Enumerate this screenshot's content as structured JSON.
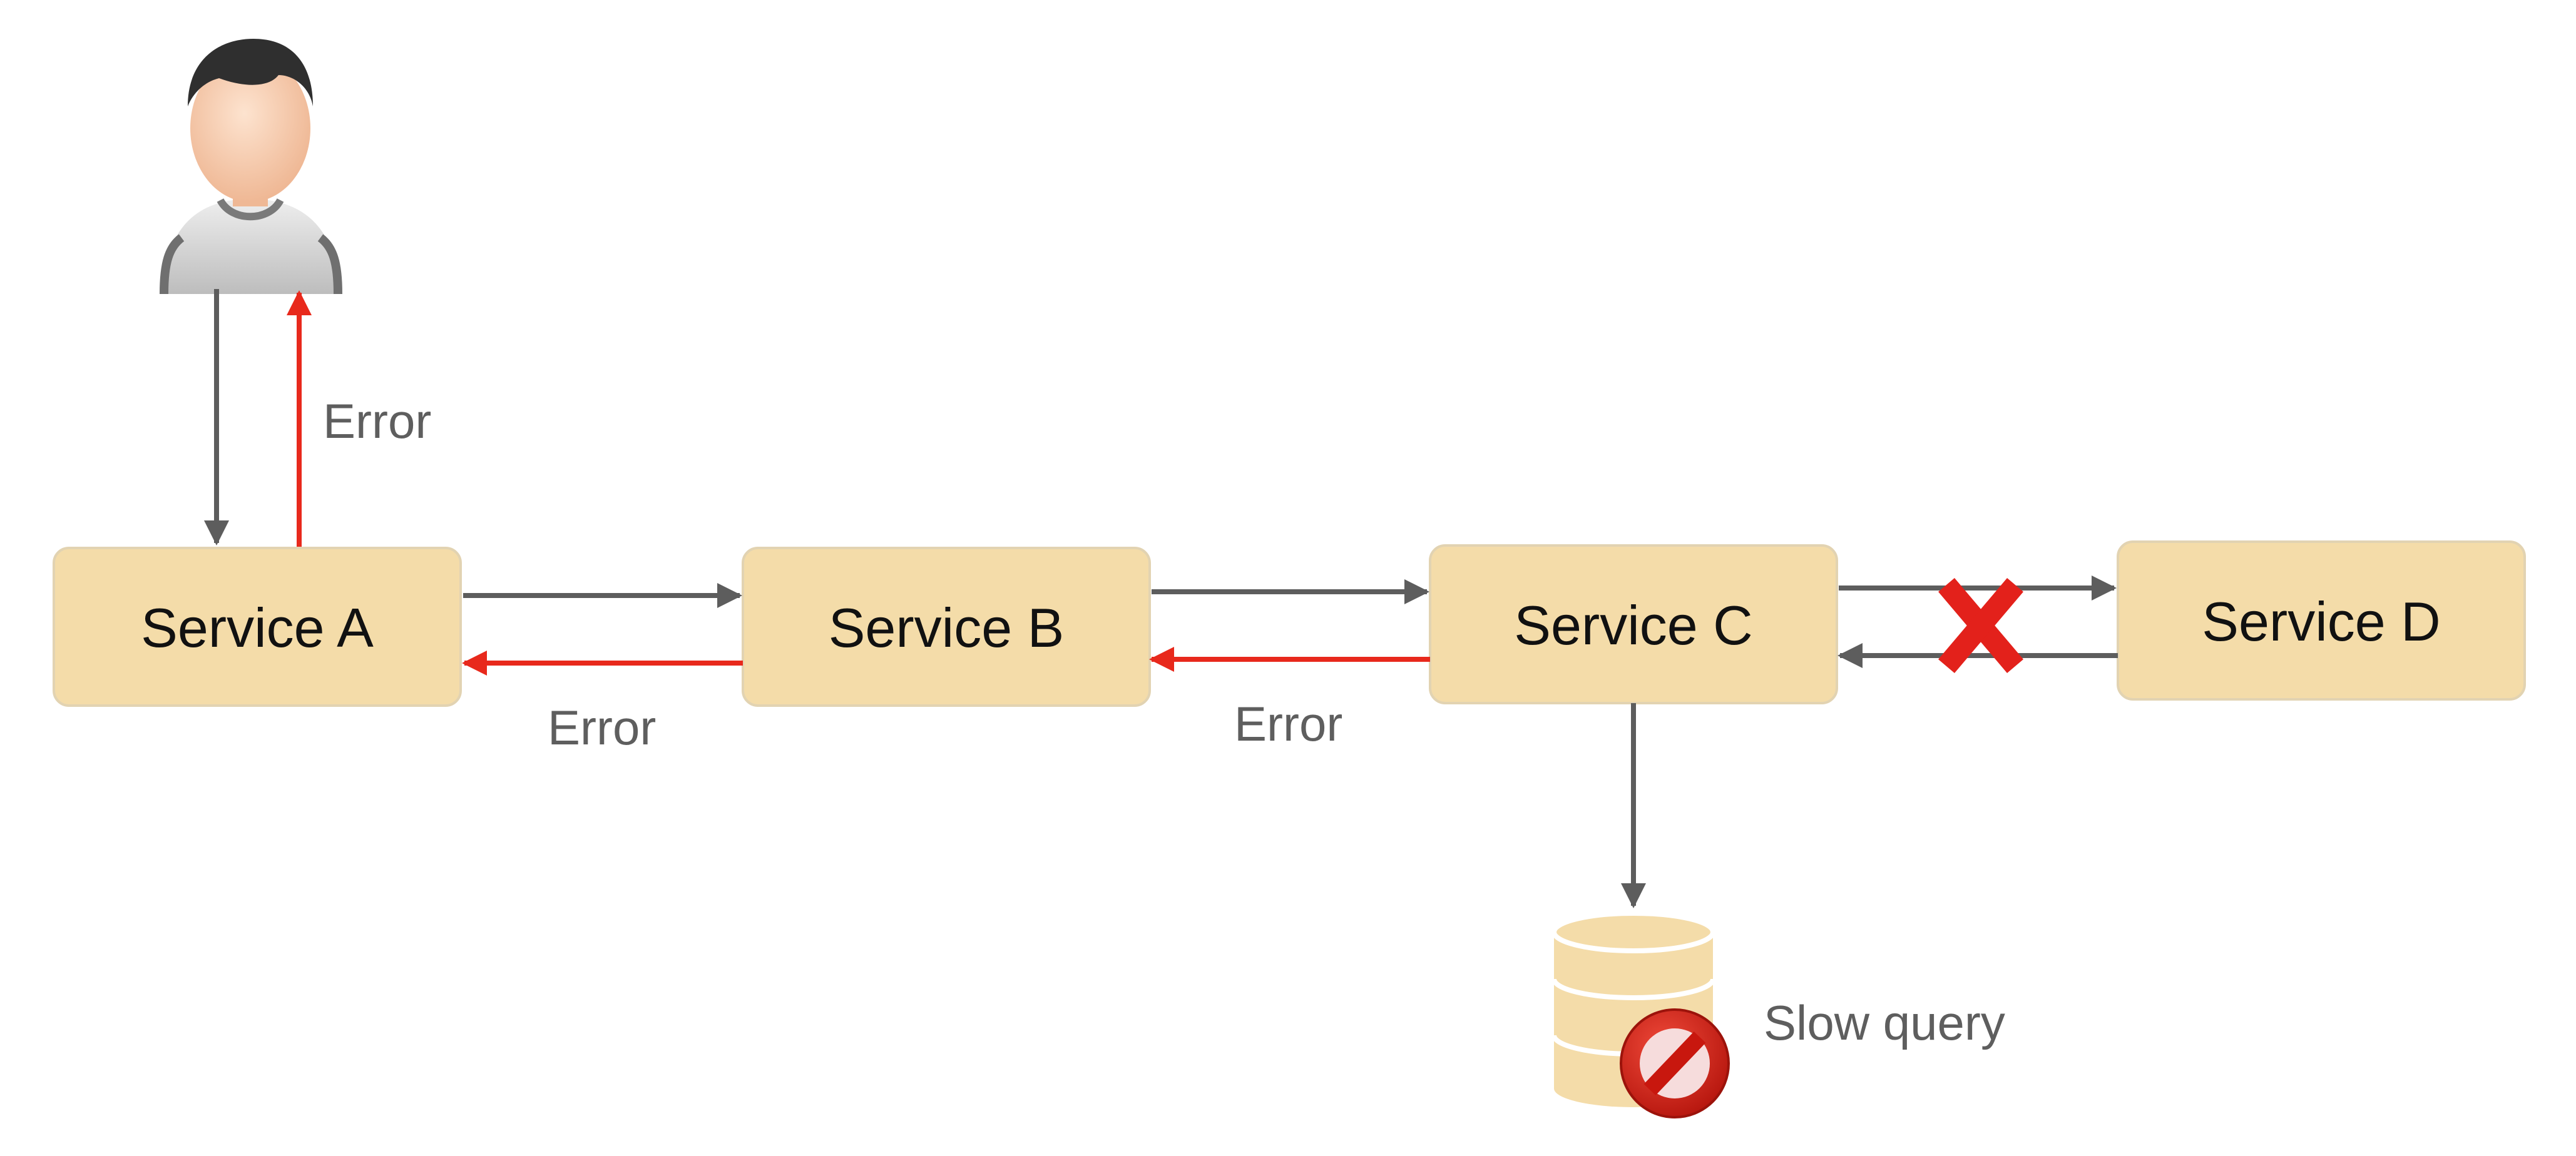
{
  "services": {
    "a": {
      "label": "Service A"
    },
    "b": {
      "label": "Service B"
    },
    "c": {
      "label": "Service C"
    },
    "d": {
      "label": "Service D"
    }
  },
  "labels": {
    "user_error": "Error",
    "b_to_a_error": "Error",
    "c_to_b_error": "Error",
    "slow_query": "Slow query"
  },
  "icons": {
    "user": "user-avatar-icon",
    "database": "database-icon",
    "blocked": "no-entry-icon",
    "failure": "red-x-icon"
  },
  "colors": {
    "box_fill": "#f4dca9",
    "box_stroke": "#e2d3b2",
    "request_arrow": "#5d5d5d",
    "error_arrow": "#e8291c",
    "failure_mark": "#e3211b",
    "label_text": "#5e5e5e"
  }
}
